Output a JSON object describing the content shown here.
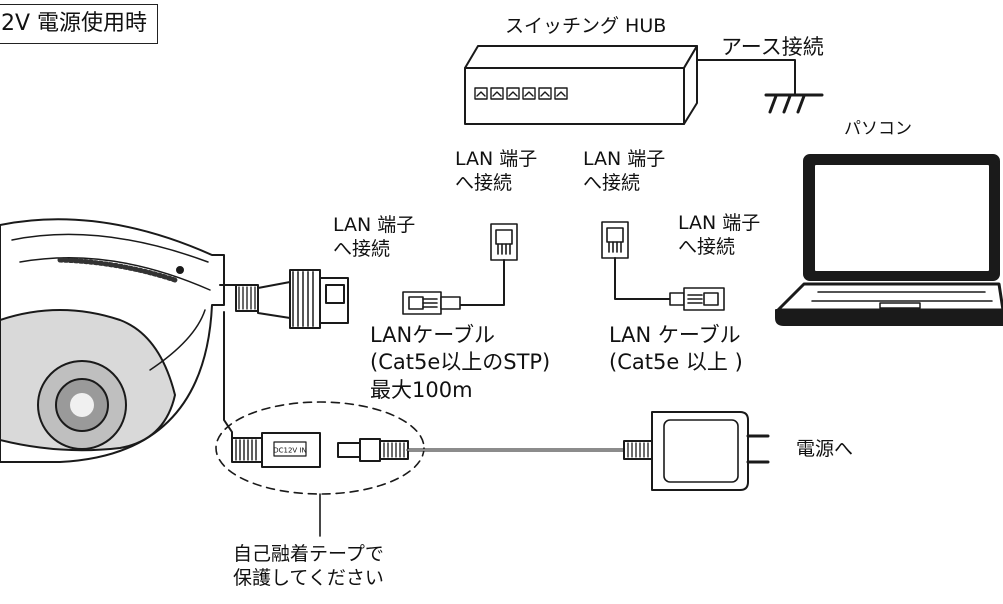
{
  "mode_title": "2V 電源使用時",
  "labels": {
    "switching_hub": "スイッチング HUB",
    "earth": "アース接続",
    "pc": "パソコン",
    "lan_port_1": "LAN 端子\nへ接続",
    "lan_port_2": "LAN 端子\nへ接続",
    "lan_port_3": "LAN 端子\nへ接続",
    "lan_port_4": "LAN 端子\nへ接続",
    "cable_camera": "LANケーブル\n(Cat5e以上のSTP)\n最大100m",
    "cable_pc": "LAN ケーブル\n(Cat5e 以上 )",
    "power": "電源へ",
    "tape": "自己融着テープで\n保護してください",
    "dc_jack": "DC12V IN"
  }
}
